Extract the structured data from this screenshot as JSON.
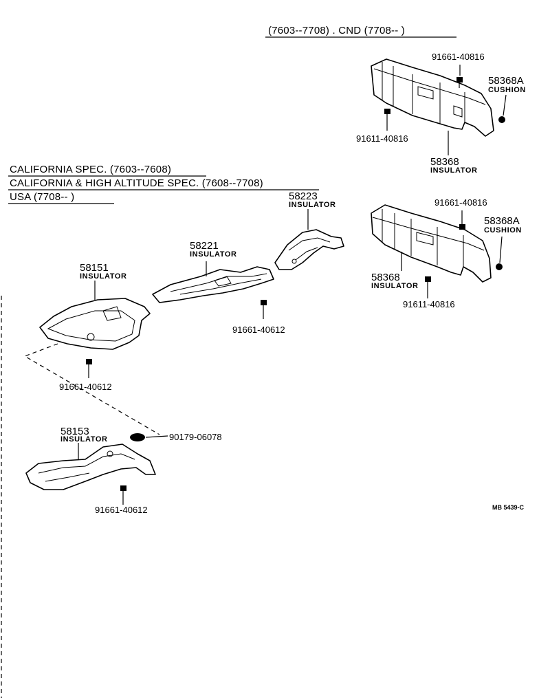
{
  "header": {
    "canada_range": "(7603--7708) . CND (7708--        )",
    "spec_line_1": "CALIFORNIA SPEC. (7603--7608)",
    "spec_line_2": "CALIFORNIA & HIGH ALTITUDE SPEC. (7608--7708)",
    "spec_line_3": "USA (7708--        )"
  },
  "upper_assembly": {
    "bolt_top": "91661-40816",
    "cushion_number": "58368A",
    "cushion_name": "CUSHION",
    "bolt_bottom": "91611-40816",
    "insulator_number": "58368",
    "insulator_name": "INSULATOR"
  },
  "middle_assembly": {
    "bolt_top": "91661-40816",
    "cushion_number": "58368A",
    "cushion_name": "CUSHION",
    "insulator_number": "58368",
    "insulator_name": "INSULATOR",
    "bolt_bottom": "91611-40816"
  },
  "left_parts": {
    "p58223_number": "58223",
    "p58223_name": "INSULATOR",
    "p58221_number": "58221",
    "p58221_name": "INSULATOR",
    "p58221_bolt": "91661-40612",
    "p58151_number": "58151",
    "p58151_name": "INSULATOR",
    "p58151_bolt": "91661-40612",
    "p58153_number": "58153",
    "p58153_name": "INSULATOR",
    "clip": "90179-06078",
    "p58153_bolt": "91661-40612"
  },
  "diagram_code": "MB 5439-C"
}
